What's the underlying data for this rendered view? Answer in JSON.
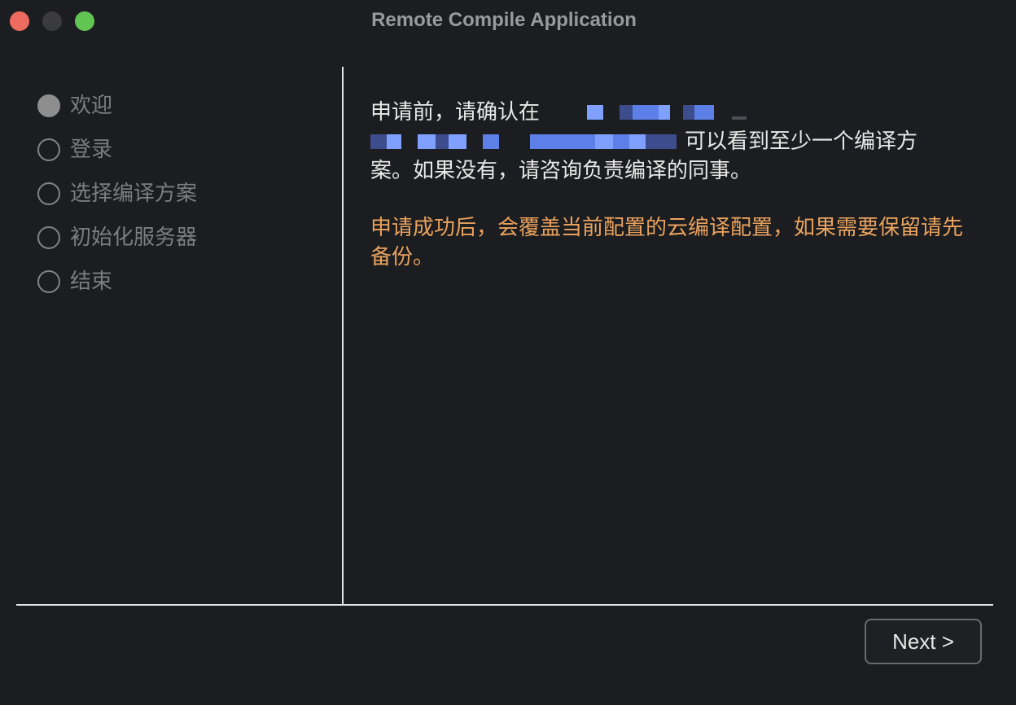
{
  "window": {
    "title": "Remote Compile Application"
  },
  "sidebar": {
    "steps": [
      {
        "label": "欢迎",
        "active": true
      },
      {
        "label": "登录",
        "active": false
      },
      {
        "label": "选择编译方案",
        "active": false
      },
      {
        "label": "初始化服务器",
        "active": false
      },
      {
        "label": "结束",
        "active": false
      }
    ]
  },
  "main": {
    "intro_prefix": "申请前，请确认在",
    "intro_mid": "可以看到至少一个编译方",
    "intro_suffix": "案。如果没有，请咨询负责编译的同事。",
    "warning": "申请成功后，会覆盖当前配置的云编译配置，如果需要保留请先备份。"
  },
  "footer": {
    "next_label": "Next >"
  },
  "colors": {
    "background": "#1c1d20",
    "warning": "#e9a25e",
    "close": "#ec6a5e",
    "maximize": "#61c554",
    "redacted": "#5d7fe8"
  }
}
